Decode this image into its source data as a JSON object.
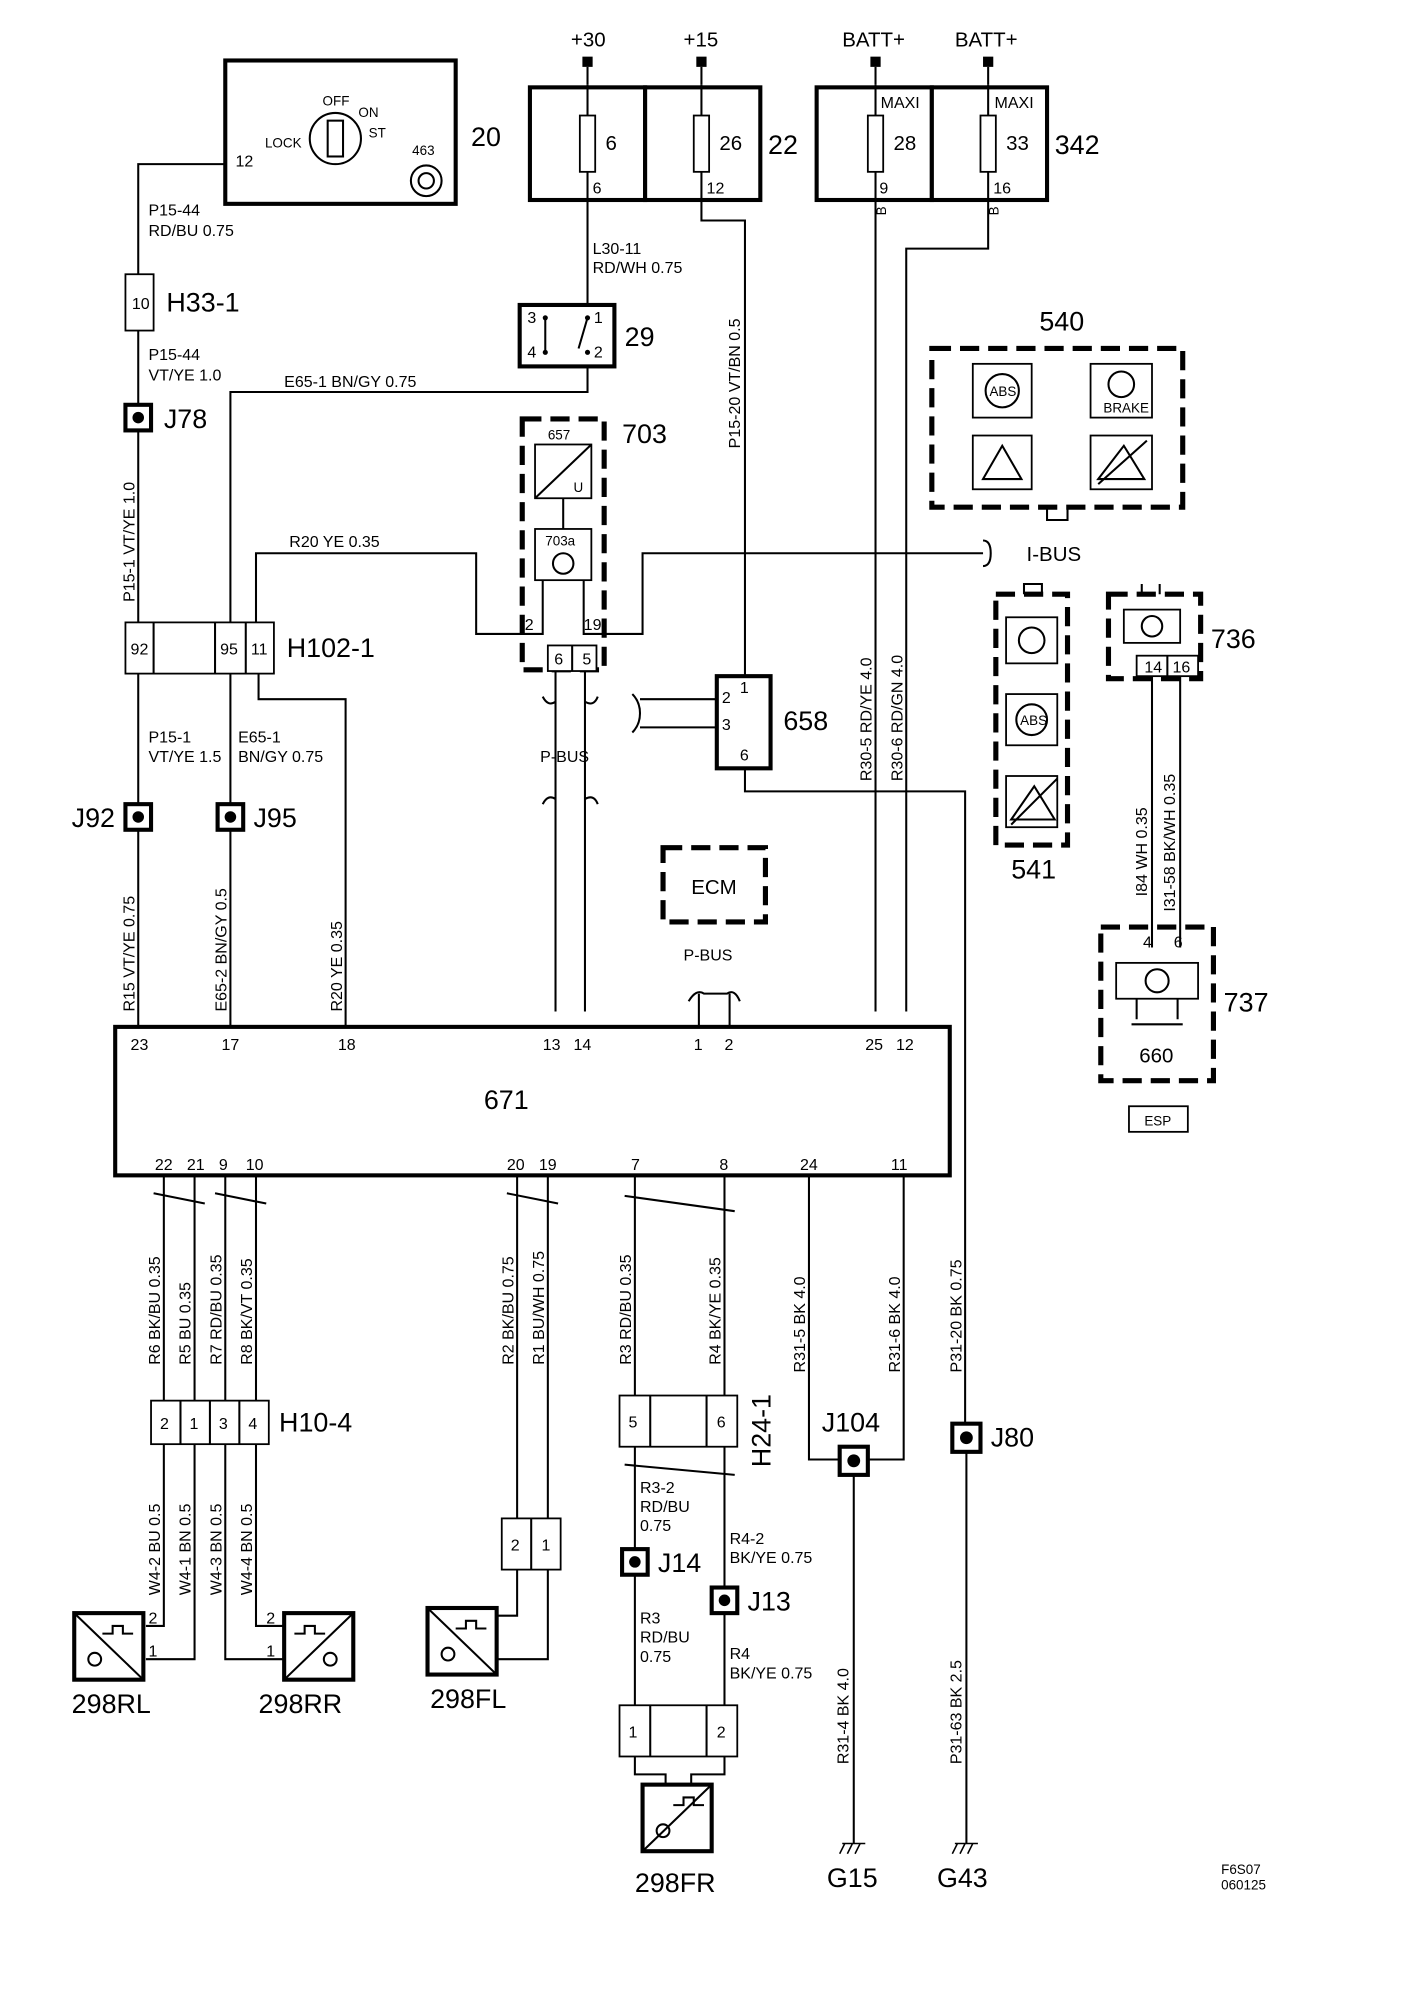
{
  "power_terminals": [
    "+30",
    "+15",
    "BATT+",
    "BATT+"
  ],
  "components": {
    "ignition_switch": {
      "id": "20",
      "positions": [
        "LOCK",
        "OFF",
        "ON",
        "ST"
      ],
      "pin": "12",
      "sub": "463"
    },
    "fusebox_22": {
      "id": "22",
      "fuses": [
        {
          "n": "6",
          "pin": "6"
        },
        {
          "n": "26",
          "pin": "12"
        }
      ]
    },
    "fusebox_342": {
      "id": "342",
      "fuses": [
        {
          "n": "28",
          "pin": "9",
          "tag": "MAXI",
          "b": "B"
        },
        {
          "n": "33",
          "pin": "16",
          "tag": "MAXI",
          "b": "B"
        }
      ]
    },
    "h33": {
      "id": "H33-1",
      "pin": "10"
    },
    "switch_29": {
      "id": "29",
      "pins": [
        "3",
        "4",
        "1",
        "2"
      ]
    },
    "module_703": {
      "id": "703",
      "sub_a": "657",
      "sub_a_label": "U",
      "sub_b": "703a",
      "pins": [
        "2",
        "19",
        "6",
        "5"
      ]
    },
    "lamp_540": {
      "id": "540",
      "abs": "ABS",
      "brake": "BRAKE"
    },
    "lamp_541": {
      "id": "541",
      "abs": "ABS"
    },
    "ibus": "I-BUS",
    "h102": {
      "id": "H102-1",
      "pins": [
        "92",
        "95",
        "11"
      ]
    },
    "j78": "J78",
    "j92": "J92",
    "j95": "J95",
    "c658": {
      "id": "658",
      "pins": [
        "1",
        "2",
        "3",
        "6"
      ]
    },
    "s736": {
      "id": "736",
      "pins": [
        "14",
        "16"
      ]
    },
    "s737": {
      "id": "737",
      "pins": [
        "4",
        "6"
      ],
      "sub": "660"
    },
    "esp": "ESP",
    "ecm": "ECM",
    "pbus_labels": [
      "P-BUS",
      "P-BUS"
    ],
    "control_module": {
      "id": "671",
      "top_pins": [
        "23",
        "17",
        "18",
        "13",
        "14",
        "1",
        "2",
        "25",
        "12"
      ],
      "bottom_pins": [
        "22",
        "21",
        "9",
        "10",
        "20",
        "19",
        "7",
        "8",
        "24",
        "11"
      ]
    },
    "h10_4": {
      "id": "H10-4",
      "pins": [
        "2",
        "1",
        "3",
        "4"
      ]
    },
    "h24_1": {
      "id": "H24-1",
      "pins": [
        "5",
        "6"
      ]
    },
    "j104": "J104",
    "j80": "J80",
    "j14": "J14",
    "j13": "J13",
    "conn_fl": {
      "pins": [
        "2",
        "1"
      ]
    },
    "conn_fr": {
      "pins": [
        "1",
        "2"
      ]
    },
    "sensor_pins": [
      "2",
      "1",
      "2",
      "1"
    ],
    "sensors": [
      "298RL",
      "298RR",
      "298FL",
      "298FR"
    ],
    "grounds": [
      "G15",
      "G43"
    ]
  },
  "wire_labels": [
    "P15-44",
    "RD/BU  0.75",
    "P15-44",
    "VT/YE  1.0",
    "E65-1  BN/GY  0.75",
    "L30-11",
    "RD/WH  0.75",
    "P15-20  VT/BN  0.5",
    "P15-1  VT/YE  1.0",
    "R20  YE  0.35",
    "P15-1",
    "VT/YE 1.5",
    "E65-1",
    "BN/GY  0.75",
    "R30-5  RD/YE  4.0",
    "R30-6  RD/GN  4.0",
    "I84  WH 0.35",
    "I31-58  BK/WH  0.35",
    "R15    VT/YE   0.75",
    "E65-2  BN/GY  0.5",
    "R20    YE    0.35",
    "R6  BK/BU  0.35",
    "R5   BU   0.35",
    "R7  RD/BU  0.35",
    "R8  BK/VT  0.35",
    "R2  BK/BU  0.75",
    "R1  BU/WH  0.75",
    "R3  RD/BU  0.35",
    "R4  BK/YE  0.35",
    "R31-5  BK  4.0",
    "R31-6  BK  4.0",
    "P31-20  BK  0.75",
    "W4-2  BU  0.5",
    "W4-1  BN  0.5",
    "W4-3  BN  0.5",
    "W4-4  BN  0.5",
    "R3-2",
    "RD/BU",
    "0.75",
    "R4-2",
    "BK/YE  0.75",
    "R3",
    "RD/BU",
    "0.75",
    "R4",
    "BK/YE  0.75",
    "R31-4  BK    4.0",
    "P31-63  BK  2.5"
  ],
  "footer_code": [
    "F6S07",
    "060125"
  ]
}
